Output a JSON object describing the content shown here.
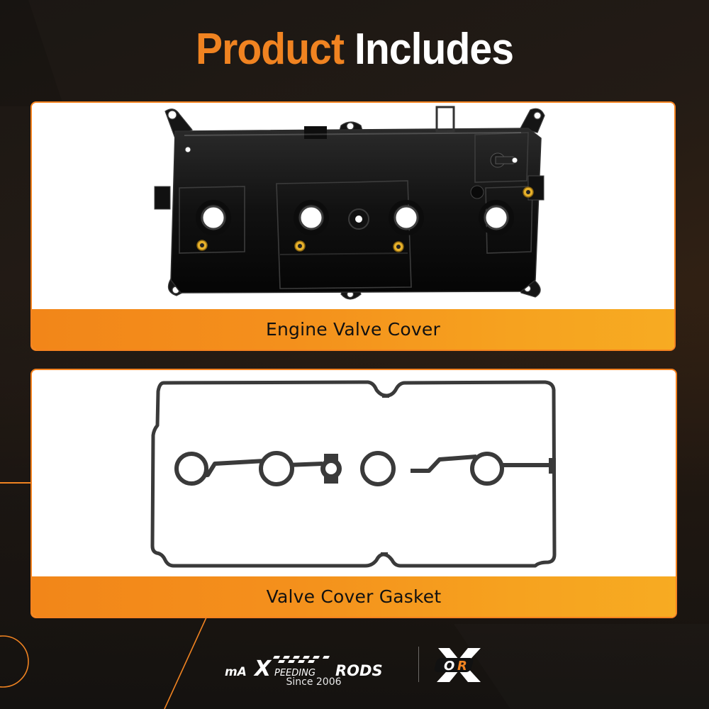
{
  "title": {
    "accent_word": "Product",
    "plain_word": "Includes"
  },
  "items": [
    {
      "label": "Engine Valve Cover",
      "image": "engine-valve-cover-photo"
    },
    {
      "label": "Valve Cover Gasket",
      "image": "valve-cover-gasket-photo"
    }
  ],
  "footer": {
    "brand_name": "maXpeedingRODS",
    "brand_parts": {
      "pre": "mA",
      "x": "X",
      "mid": "PEEDING",
      "post": "RODS"
    },
    "tagline": "Since 2006",
    "secondary_logo": "OR"
  },
  "colors": {
    "accent": "#f08321",
    "label_bar_start": "#f28619",
    "label_bar_end": "#f7ab22",
    "card_border": "#f5821f",
    "background_dark": "#1b1714",
    "background_brown": "#4b2d12",
    "label_text": "#111111",
    "title_plain": "#ffffff"
  }
}
